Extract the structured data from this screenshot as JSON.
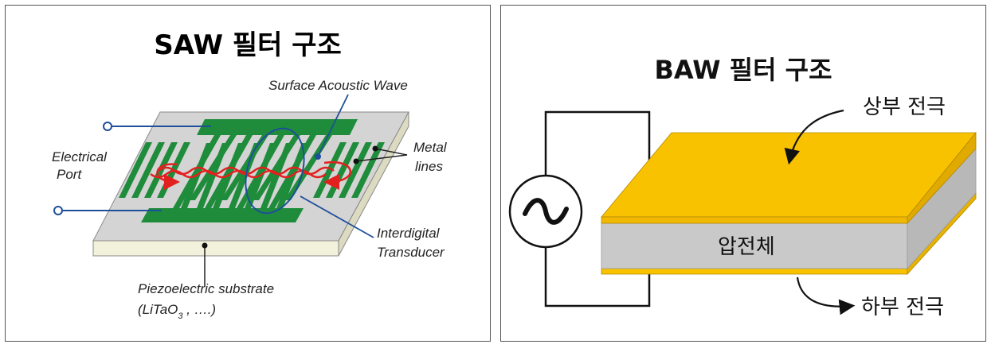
{
  "saw": {
    "title": "SAW 필터 구조",
    "labels": {
      "surface_wave": "Surface Acoustic Wave",
      "electrical": "Electrical",
      "port": "Port",
      "metal": "Metal",
      "lines": "lines",
      "interdigital": "Interdigital",
      "transducer": "Transducer",
      "substrate": "Piezoelectric substrate",
      "formula_open": "(LiTaO",
      "formula_sub": "3",
      "formula_rest": " , ….)"
    }
  },
  "baw": {
    "title": "BAW 필터 구조",
    "labels": {
      "top_electrode": "상부 전극",
      "piezo": "압전체",
      "bottom_electrode": "하부 전극"
    }
  },
  "colors": {
    "substrate_top": "#d4d4d4",
    "substrate_front": "#f2f1dc",
    "electrode_green": "#1e8c3a",
    "wave_red": "#e32020",
    "pointer_blue": "#1f4f9a",
    "baw_gold": "#f8c200",
    "baw_gray": "#c9c9c9"
  }
}
